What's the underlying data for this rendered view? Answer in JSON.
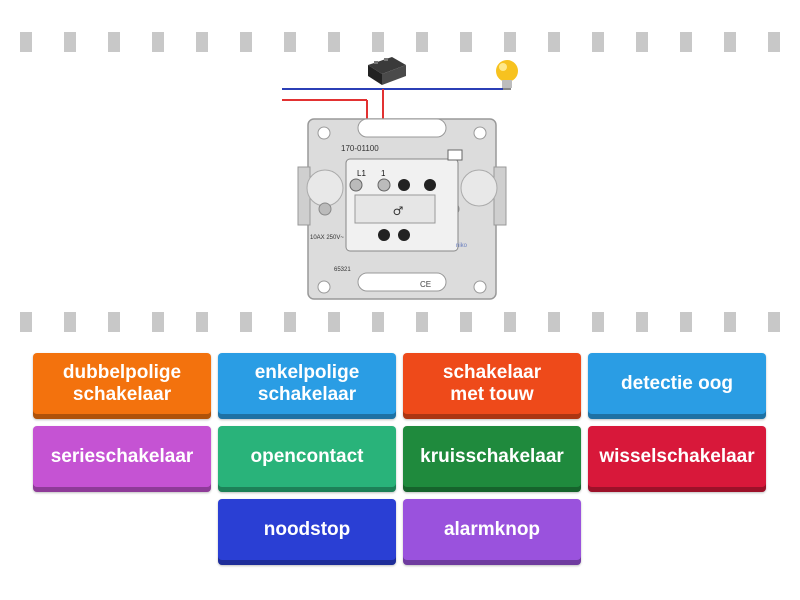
{
  "diagram": {
    "part_number": "170-01100",
    "terminal_l1": "L1",
    "terminal_1": "1",
    "rating": "10AX 250V~",
    "model_code": "65321",
    "brand_mark": "niko",
    "ce_mark": "CE"
  },
  "tiles": [
    {
      "label": "dubbelpolige\nschakelaar",
      "color": "#f3720d"
    },
    {
      "label": "enkelpolige\nschakelaar",
      "color": "#2a9de4"
    },
    {
      "label": "schakelaar\nmet touw",
      "color": "#ee4a1a"
    },
    {
      "label": "detectie oog",
      "color": "#2a9de4"
    },
    {
      "label": "serieschakelaar",
      "color": "#c553d3"
    },
    {
      "label": "opencontact",
      "color": "#29b37a"
    },
    {
      "label": "kruisschakelaar",
      "color": "#1f8a3d"
    },
    {
      "label": "wisselschakelaar",
      "color": "#d8183a"
    },
    {
      "label": "noodstop",
      "color": "#2a3fd4"
    },
    {
      "label": "alarmknop",
      "color": "#9a52dd"
    }
  ]
}
